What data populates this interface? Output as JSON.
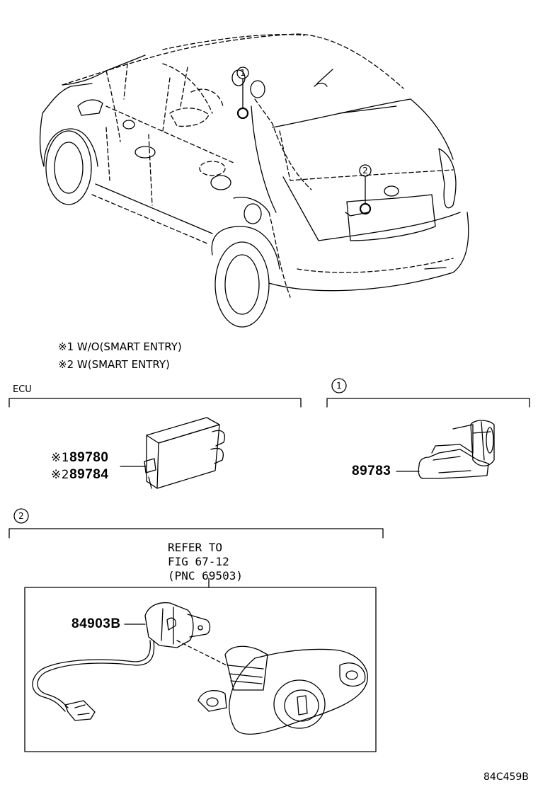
{
  "notes": [
    {
      "mark": "※1",
      "text": " W/O(SMART ENTRY)"
    },
    {
      "mark": "※2",
      "text": " W(SMART ENTRY)"
    }
  ],
  "callouts": {
    "one": "1",
    "two": "2"
  },
  "sections": {
    "ecu": {
      "label": "ECU",
      "parts": [
        {
          "mark": "※1",
          "number": "89780"
        },
        {
          "mark": "※2",
          "number": "89784"
        }
      ]
    },
    "one": {
      "part_number": "89783"
    },
    "two": {
      "refer_lines": [
        "REFER TO",
        "FIG 67-12",
        "(PNC 69503)"
      ],
      "part_number": "84903B"
    }
  },
  "diagram_code": "84C459B"
}
